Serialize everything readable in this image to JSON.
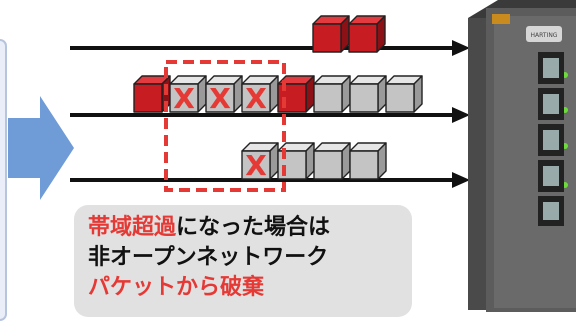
{
  "colors": {
    "panel": "#e9eef8",
    "panel_border": "#b7c4de",
    "arrow_blue": "#6f9bd6",
    "packet_red_front": "#c71d22",
    "packet_red_top": "#e23a3f",
    "packet_red_side": "#8c1116",
    "packet_gray_front": "#c4c4c4",
    "packet_gray_top": "#e6e6e6",
    "packet_gray_side": "#9a9a9a",
    "drop_mark": "#e53935",
    "highlight_red": "#e53935",
    "caption_bg": "#e1e1e1"
  },
  "diagram": {
    "lanes": [
      {
        "packets": [
          "red",
          "red"
        ]
      },
      {
        "packets": [
          "red",
          "gray-x",
          "gray-x",
          "gray-x",
          "red",
          "gray",
          "gray",
          "gray"
        ]
      },
      {
        "packets": [
          "gray-x",
          "gray",
          "gray",
          "gray"
        ]
      }
    ],
    "drop_mark": "X",
    "device_icon": "ethernet-switch-icon"
  },
  "caption": {
    "line1_red": "帯域超過",
    "line1_black": "になった場合は",
    "line2": "非オープンネットワーク",
    "line3": "パケットから破棄"
  }
}
